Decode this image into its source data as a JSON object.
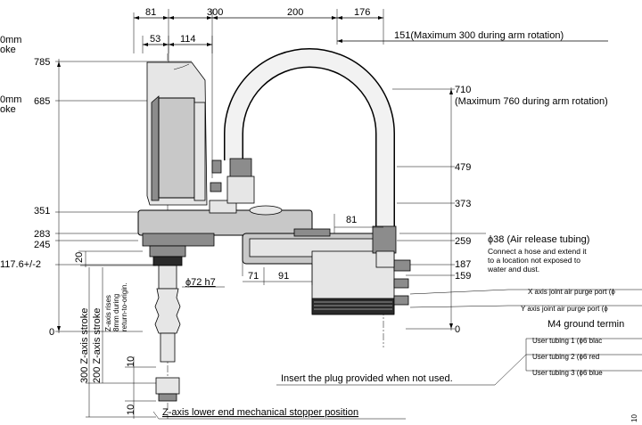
{
  "top_dimensions": [
    "81",
    "300",
    "200",
    "176"
  ],
  "top_sub_dimensions": [
    "53",
    "114"
  ],
  "top_right_note": "151(Maximum 300 during arm rotation)",
  "left_labels": {
    "stroke_a_prefix": "0mm",
    "stroke_a_suffix": "oke",
    "stroke_a_value": "785",
    "stroke_b_prefix": "0mm",
    "stroke_b_suffix": "oke",
    "stroke_b_value": "685"
  },
  "left_heights": [
    "351",
    "283",
    "245",
    "117.6+/-2",
    "0"
  ],
  "right_heights": {
    "h710": "710",
    "h710_note": "(Maximum 760 during arm rotation)",
    "h479": "479",
    "h373": "373",
    "h259": "259",
    "h187": "187",
    "h159": "159",
    "h0": "0"
  },
  "small_dims": {
    "d20": "20",
    "d81": "81",
    "d71": "71",
    "d91": "91",
    "d10a": "10",
    "d10b": "10"
  },
  "shaft_diameter": "ϕ72 h7",
  "vertical_labels": {
    "z300": "300 Z-axis stroke",
    "z200": "200 Z-axis stroke",
    "zrise_1": "Z-axis rises",
    "zrise_2": "8mm during",
    "zrise_3": "return-to-origin."
  },
  "air_release": {
    "title": "ϕ38 (Air release tubing)",
    "line1": "Connect a hose and extend it",
    "line2": "to a location not exposed to",
    "line3": "water and dust."
  },
  "right_callouts": {
    "x_purge": "X axis joint air purge port (ϕ",
    "y_purge": "Y axis joint air purge port (ϕ",
    "ground": "M4 ground termin",
    "user1": "User tubing 1 (ϕ6 blac",
    "user2": "User tubing 2 (ϕ6 red",
    "user3": "User tubing 3 (ϕ6 blue"
  },
  "plug_note": "Insert the plug provided when not used.",
  "stopper_note": "Z-axis lower end mechanical stopper position",
  "corner_mark": "10"
}
